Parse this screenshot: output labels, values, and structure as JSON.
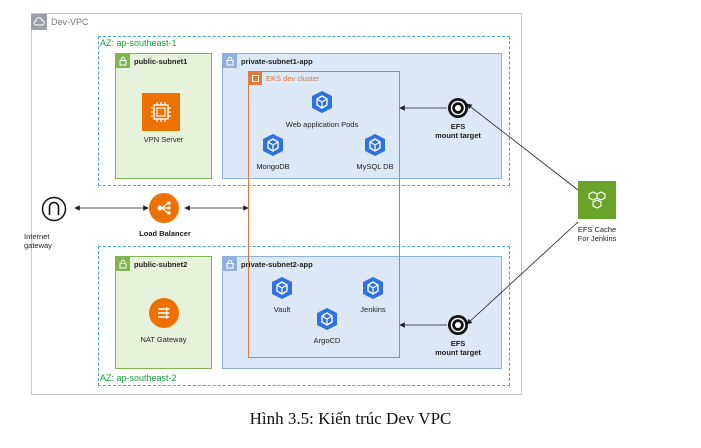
{
  "vpc": {
    "label": "Dev-VPC"
  },
  "az1": {
    "label": "AZ: ap-southeast-1",
    "public_subnet": {
      "label": "public-subnet1",
      "service": "VPN Server"
    },
    "private_subnet": {
      "label": "private-subnet1-app",
      "pods": [
        "Web application Pods",
        "MongoDB",
        "MySQL DB"
      ]
    },
    "efs": {
      "line1": "EFS",
      "line2": "mount target"
    }
  },
  "az2": {
    "label": "AZ: ap-southeast-2",
    "public_subnet": {
      "label": "public-subnet2",
      "service": "NAT Gateway"
    },
    "private_subnet": {
      "label": "private-subnet2-app",
      "pods": [
        "Vault",
        "Jenkins",
        "ArgoCD"
      ]
    },
    "efs": {
      "line1": "EFS",
      "line2": "mount target"
    }
  },
  "eks": {
    "label": "EKS dev cluster"
  },
  "internet_gateway": {
    "line1": "Internet",
    "line2": "gateway"
  },
  "load_balancer": {
    "label": "Load Balancer"
  },
  "efs_cache": {
    "line1": "EFS Cache",
    "line2": "For Jenkins"
  },
  "caption": "Hình 3.5: Kiến trúc Dev VPC",
  "colors": {
    "public_subnet_bg": "#e6f2d9",
    "private_subnet_bg": "#dce8f6",
    "eks_border": "#e07b39",
    "az_border": "#4aa3df",
    "efs_green": "#6aa329",
    "k8s_blue": "#2f72e0",
    "aws_orange": "#ed7100"
  }
}
